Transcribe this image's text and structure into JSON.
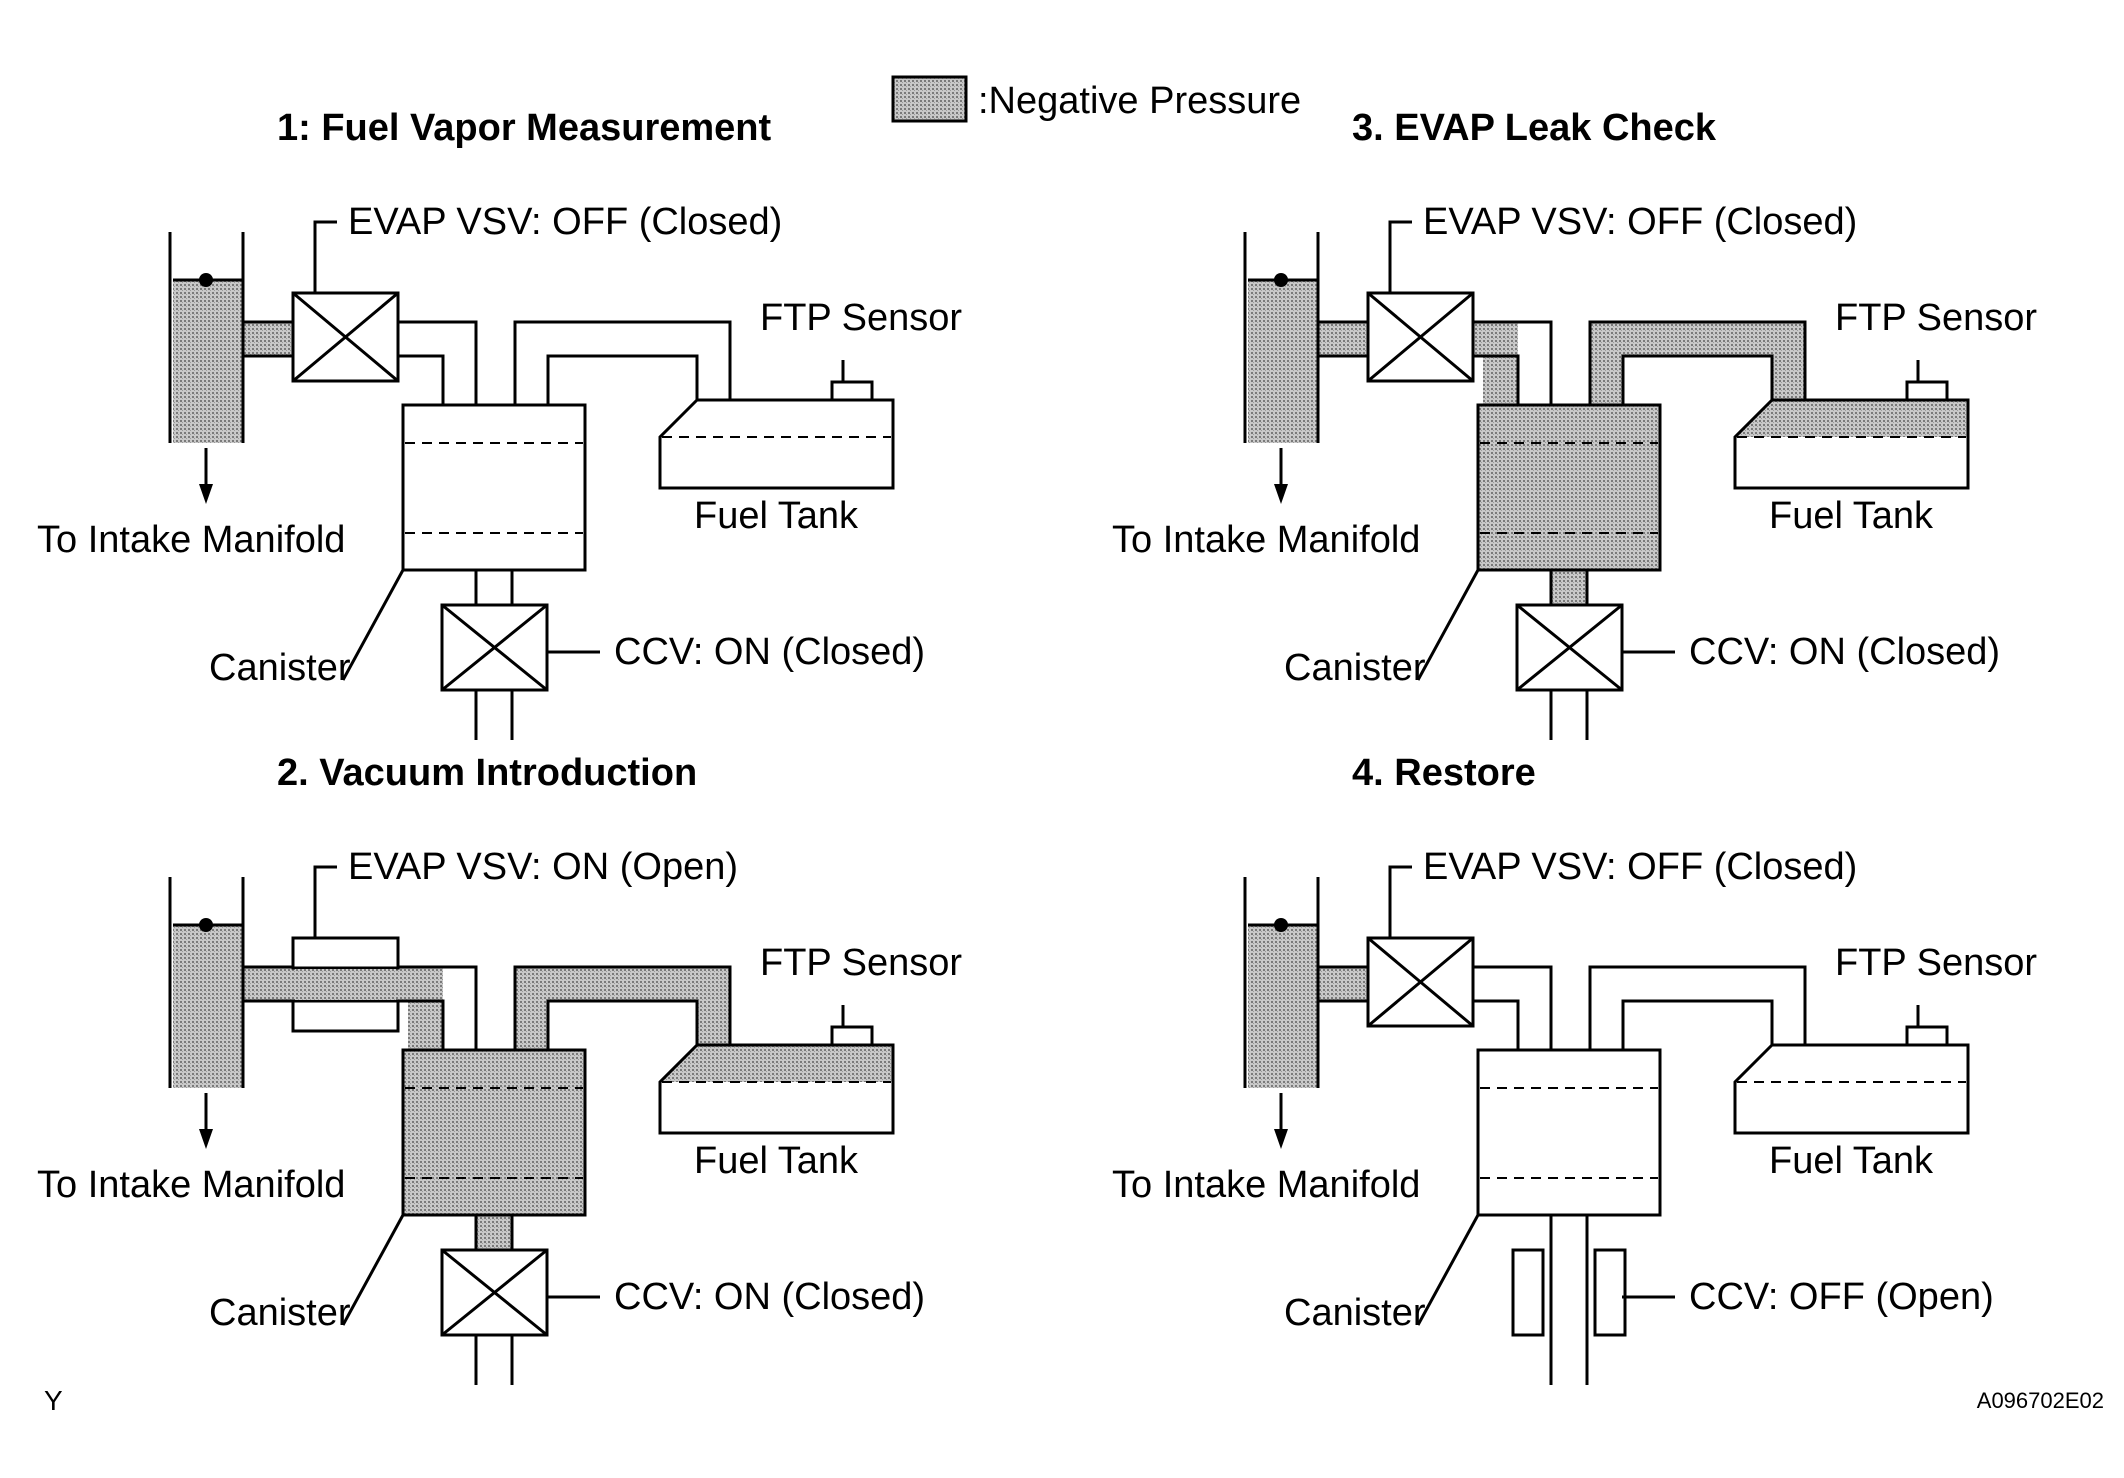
{
  "legend": {
    "label": ":Negative Pressure"
  },
  "panels": [
    {
      "title": "1: Fuel Vapor Measurement",
      "evap_vsv": "EVAP VSV: OFF (Closed)",
      "ccv": "CCV: ON (Closed)",
      "ftp_sensor": "FTP Sensor",
      "fuel_tank": "Fuel Tank",
      "intake": "To Intake Manifold",
      "canister": "Canister",
      "vsv_state": "closed",
      "ccv_state": "closed",
      "negative_pressure": {
        "intake_side": true,
        "purge_line": false,
        "canister": false,
        "tank_line": false,
        "tank": false,
        "ccv_line": false
      }
    },
    {
      "title": "2. Vacuum Introduction",
      "evap_vsv": "EVAP VSV: ON (Open)",
      "ccv": "CCV: ON (Closed)",
      "ftp_sensor": "FTP Sensor",
      "fuel_tank": "Fuel Tank",
      "intake": "To Intake Manifold",
      "canister": "Canister",
      "vsv_state": "open",
      "ccv_state": "closed",
      "negative_pressure": {
        "intake_side": true,
        "purge_line": true,
        "canister": true,
        "tank_line": true,
        "tank": true,
        "ccv_line": true
      }
    },
    {
      "title": "3. EVAP Leak Check",
      "evap_vsv": "EVAP VSV: OFF (Closed)",
      "ccv": "CCV: ON (Closed)",
      "ftp_sensor": "FTP Sensor",
      "fuel_tank": "Fuel Tank",
      "intake": "To Intake Manifold",
      "canister": "Canister",
      "vsv_state": "closed",
      "ccv_state": "closed",
      "negative_pressure": {
        "intake_side": true,
        "purge_line": true,
        "canister": true,
        "tank_line": true,
        "tank": true,
        "ccv_line": true
      }
    },
    {
      "title": "4. Restore",
      "evap_vsv": "EVAP VSV: OFF (Closed)",
      "ccv": "CCV: OFF (Open)",
      "ftp_sensor": "FTP Sensor",
      "fuel_tank": "Fuel Tank",
      "intake": "To Intake Manifold",
      "canister": "Canister",
      "vsv_state": "closed",
      "ccv_state": "open",
      "negative_pressure": {
        "intake_side": true,
        "purge_line": false,
        "canister": false,
        "tank_line": false,
        "tank": false,
        "ccv_line": false
      }
    }
  ],
  "footer": {
    "left": "Y",
    "right": "A096702E02"
  },
  "colors": {
    "line": "#000000",
    "shade": "#bdbdbd",
    "background": "#ffffff"
  }
}
